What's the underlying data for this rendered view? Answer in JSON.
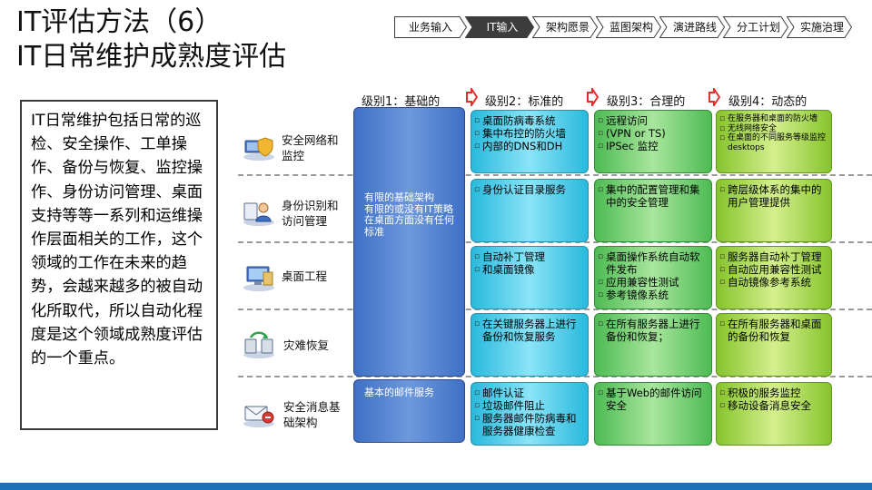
{
  "title": {
    "line1": "IT评估方法（6）",
    "line2": "IT日常维护成熟度评估"
  },
  "breadcrumb": [
    {
      "label": "业务输入",
      "active": false
    },
    {
      "label": "IT输入",
      "active": true
    },
    {
      "label": "架构愿景",
      "active": false
    },
    {
      "label": "蓝图架构",
      "active": false
    },
    {
      "label": "演进路线",
      "active": false
    },
    {
      "label": "分工计划",
      "active": false
    },
    {
      "label": "实施治理",
      "active": false
    }
  ],
  "description": "IT日常维护包括日常的巡检、安全操作、工单操作、备份与恢复、监控操作、身份访问管理、桌面支持等等一系列和运维操作层面相关的工作，这个领域的工作在未来的趋势，会越来越多的被自动化所取代，所以自动化程度是这个领域成熟度评估的一个重点。",
  "levels": [
    "级别1：基础的",
    "级别2：标准的",
    "级别3：合理的",
    "级别4：动态的"
  ],
  "rows": [
    {
      "label": "安全网络和监控",
      "icon": "network-security-icon"
    },
    {
      "label": "身份识别和访问管理",
      "icon": "identity-access-icon"
    },
    {
      "label": "桌面工程",
      "icon": "desktop-icon"
    },
    {
      "label": "灾难恢复",
      "icon": "disaster-recovery-icon"
    },
    {
      "label": "安全消息基础架构",
      "icon": "secure-mail-icon"
    }
  ],
  "level1": {
    "main": [
      "有限的基础架构",
      "有限的或没有IT策略",
      "在桌面方面没有任何标准"
    ],
    "mail": [
      "基本的邮件服务"
    ]
  },
  "level2": [
    [
      "桌面防病毒系统",
      "集中布控的防火墙",
      "内部的DNS和DH"
    ],
    [
      "身份认证目录服务"
    ],
    [
      "自动补丁管理",
      "和桌面镜像"
    ],
    [
      "在关键服务器上进行备份和恢复服务"
    ],
    [
      "邮件认证",
      "垃圾邮件阻止",
      "服务器邮件防病毒和服务器健康检查"
    ]
  ],
  "level3": [
    [
      "远程访问",
      "(VPN or TS)",
      "IPSec 监控"
    ],
    [
      "集中的配置管理和集中的安全管理"
    ],
    [
      "桌面操作系统自动软件发布",
      "应用兼容性测试",
      "参考镜像系统"
    ],
    [
      "在所有服务器上进行备份和恢复；"
    ],
    [
      "基于Web的邮件访问安全"
    ]
  ],
  "level4": [
    [
      "在服务器和桌面的防火墙",
      "无线网络安全",
      "在桌面的不同服务等级监控desktops"
    ],
    [
      "跨层级体系的集中的用户管理提供"
    ],
    [
      "服务器自动补丁管理",
      "自动应用兼容性测试",
      "自动镜像参考系统"
    ],
    [
      "在所有服务器和桌面的备份和恢复"
    ],
    [
      "积极的服务监控",
      "移动设备消息安全"
    ]
  ],
  "colors": {
    "accent_red": "#e0312e",
    "level1": "#3f70c5",
    "level2": "#28b9dc",
    "level3": "#4dbb53",
    "level4": "#86c42c",
    "bar": "#1c6fb8"
  }
}
